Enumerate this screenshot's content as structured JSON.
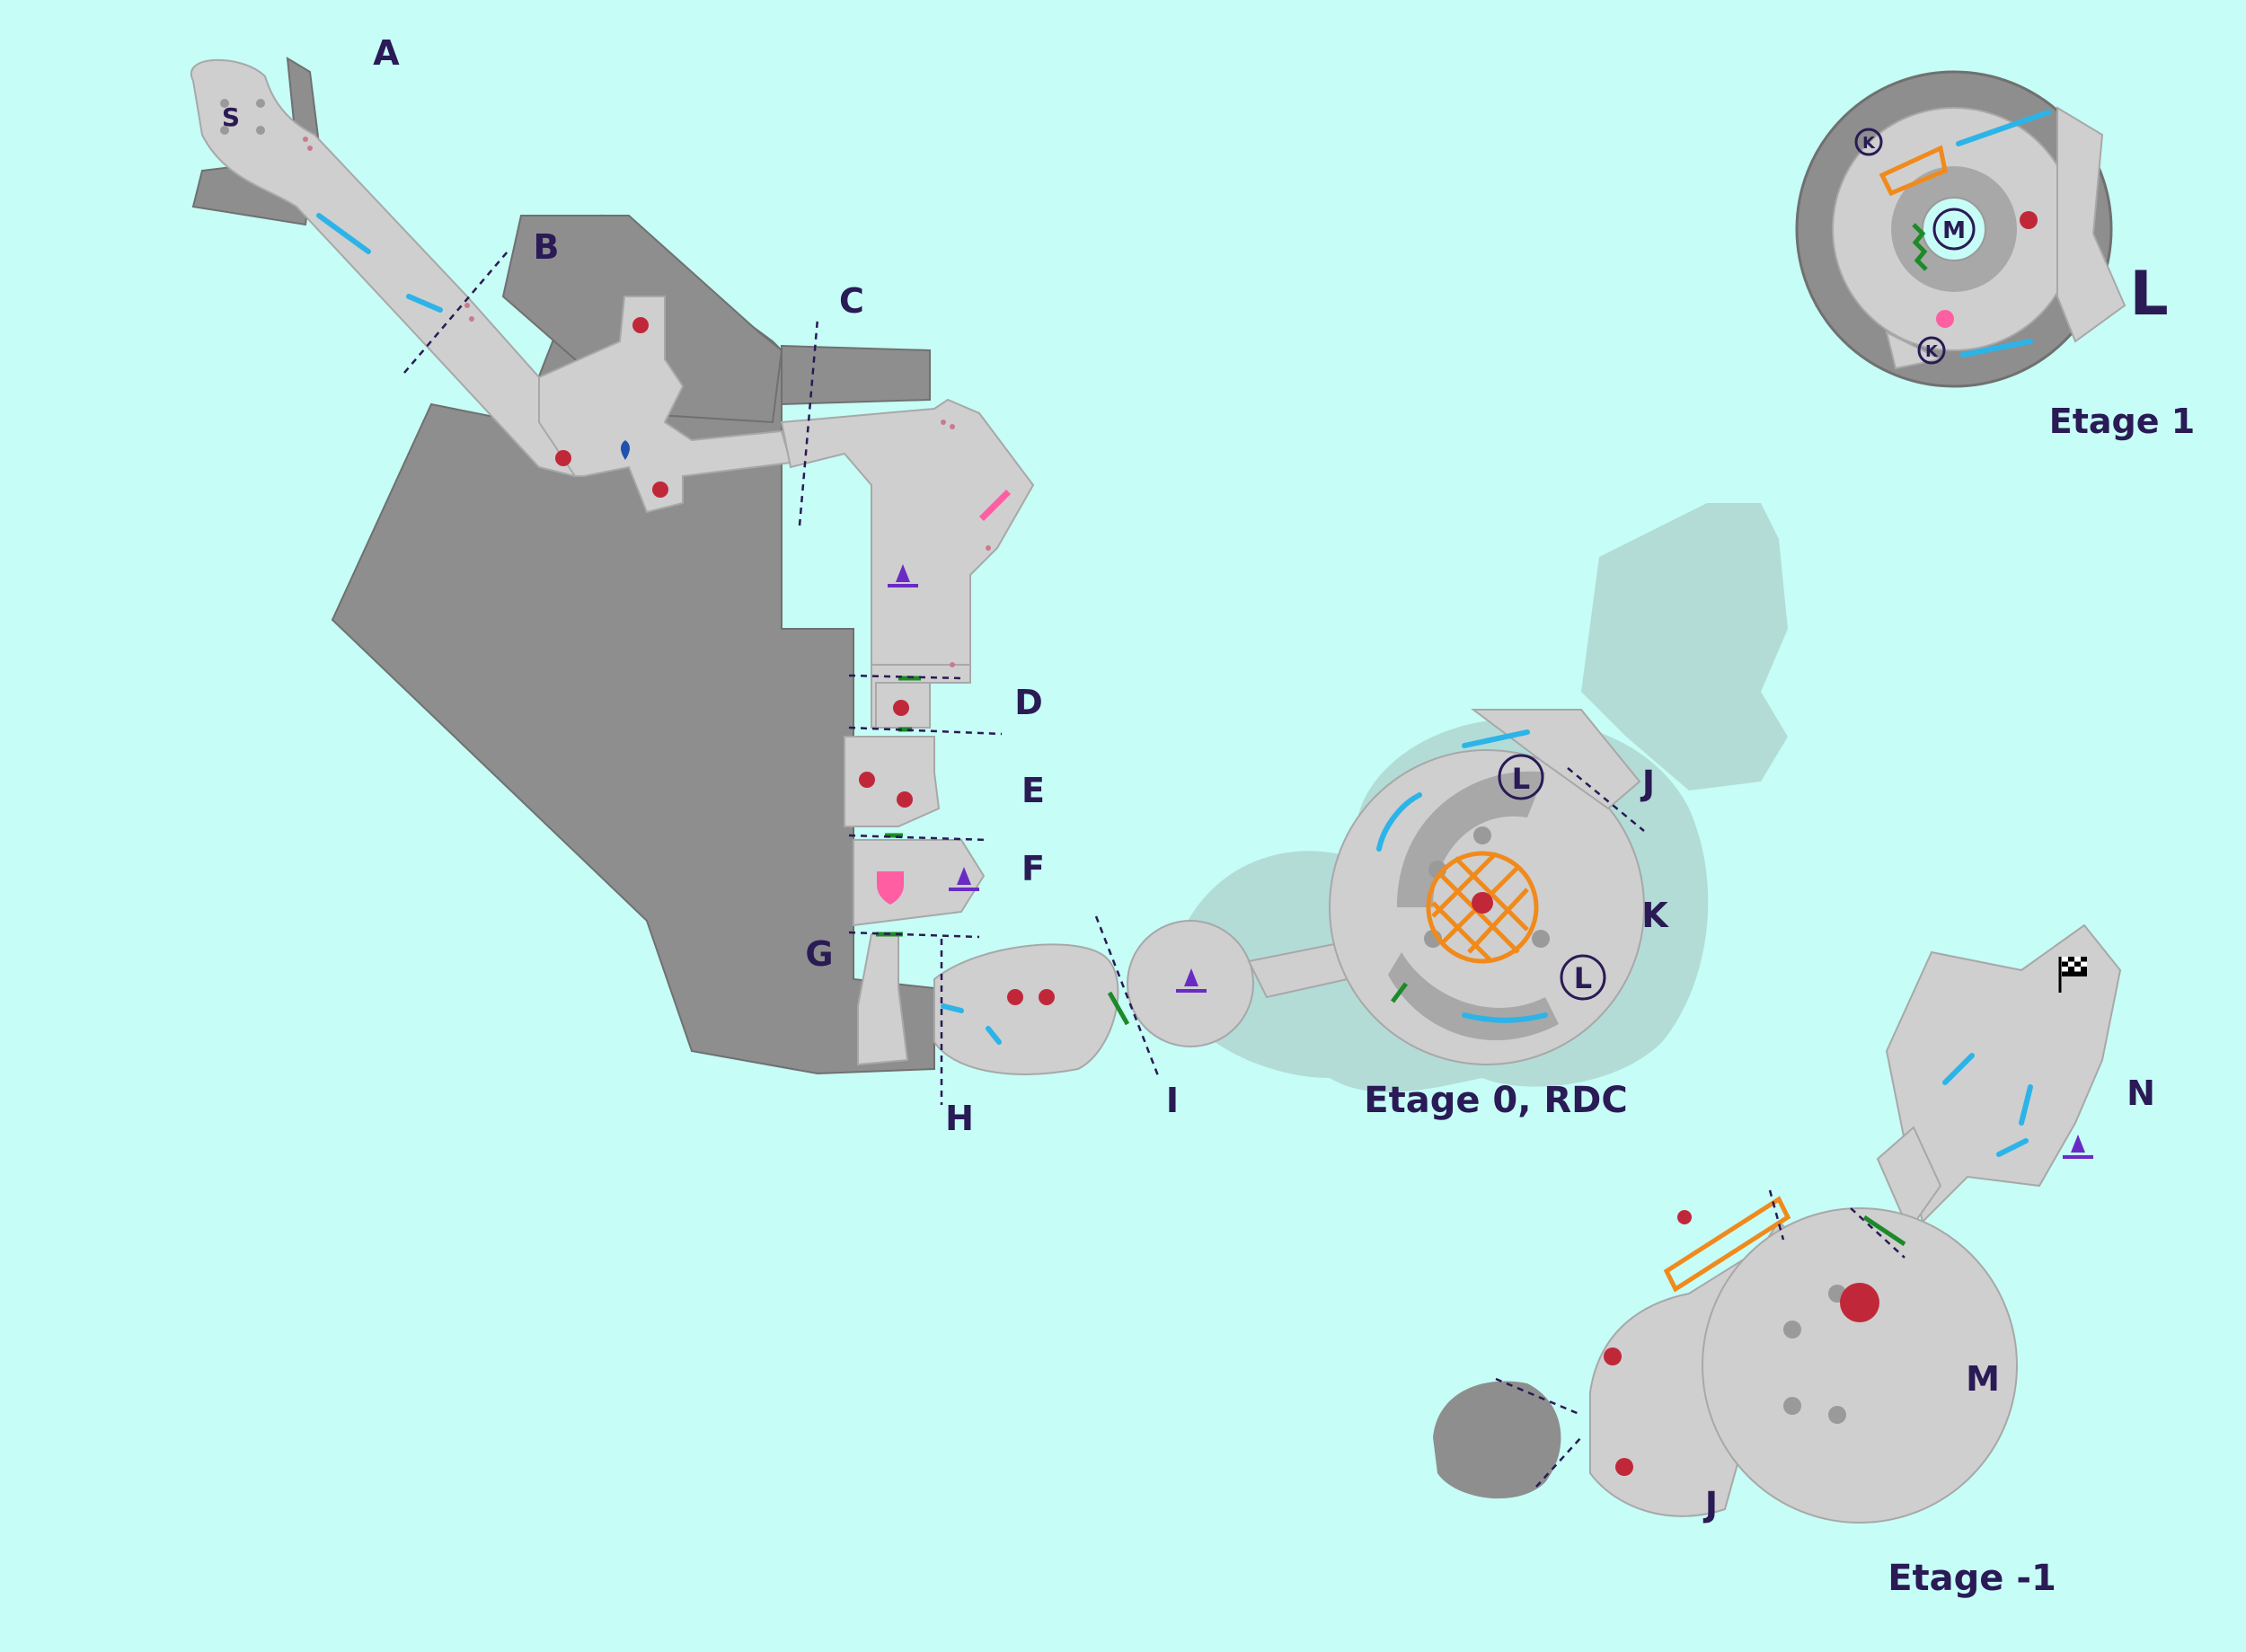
{
  "map": {
    "zone_labels": {
      "A": "A",
      "B": "B",
      "C": "C",
      "D": "D",
      "E": "E",
      "F": "F",
      "G": "G",
      "H": "H",
      "I": "I",
      "J_top": "J",
      "K": "K",
      "L_top": "L",
      "M": "M",
      "N": "N",
      "J_bottom": "J"
    },
    "start_marker": "S",
    "floor_labels": {
      "floor_1": "Etage 1",
      "floor_0": "Etage 0, RDC",
      "floor_minus_1": "Etage -1"
    },
    "markers": {
      "L1": "L",
      "L2": "L",
      "K1": "K",
      "K2": "K",
      "M": "M"
    },
    "colors": {
      "background": "#c6fdf6",
      "wall": "#8e8e8e",
      "floor": "#cfcfcf",
      "label": "#2a1a55",
      "path_arrow": "#2cb4e8",
      "door": "#1d8a2a",
      "hazard": "#f08a1c",
      "enemy": "#c0283a",
      "item": "#ff5fa2",
      "campfire": "#6a2bc4"
    }
  }
}
